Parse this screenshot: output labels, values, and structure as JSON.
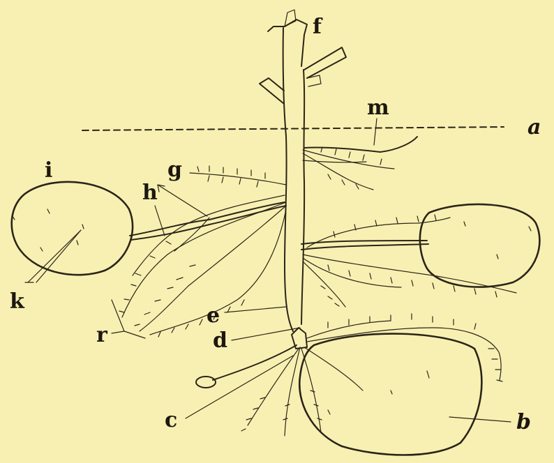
{
  "labels": {
    "a": "a",
    "b": "b",
    "c": "c",
    "d": "d",
    "e": "e",
    "f": "f",
    "g": "g",
    "h": "h",
    "i": "i",
    "k": "k",
    "m": "m",
    "r": "r"
  },
  "colors": {
    "background": "#f8f0b2",
    "ink": "#2b2418"
  }
}
